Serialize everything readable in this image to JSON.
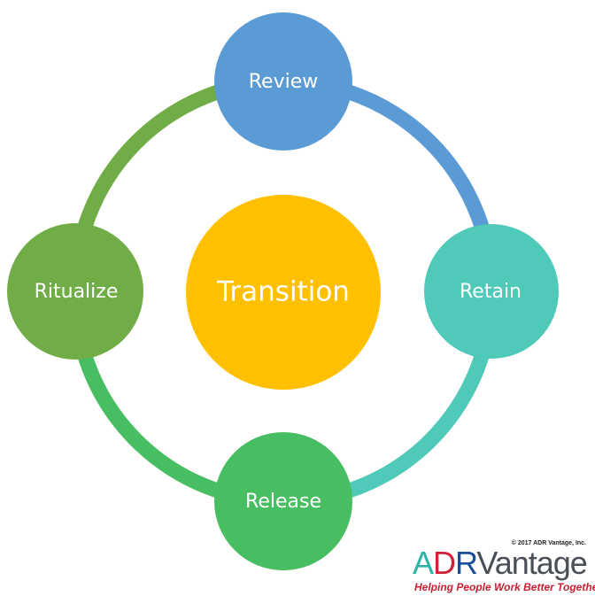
{
  "diagram": {
    "center": {
      "label": "Transition",
      "color": "#ffc000"
    },
    "nodes": [
      {
        "id": "review",
        "label": "Review",
        "color": "#5b9bd5"
      },
      {
        "id": "retain",
        "label": "Retain",
        "color": "#4fc9b8"
      },
      {
        "id": "release",
        "label": "Release",
        "color": "#48be62"
      },
      {
        "id": "ritualize",
        "label": "Ritualize",
        "color": "#70ad47"
      }
    ],
    "arcs": [
      {
        "from": "review",
        "to": "retain",
        "color": "#5b9bd5"
      },
      {
        "from": "retain",
        "to": "release",
        "color": "#4fc9b8"
      },
      {
        "from": "release",
        "to": "ritualize",
        "color": "#48be62"
      },
      {
        "from": "ritualize",
        "to": "review",
        "color": "#70ad47"
      }
    ]
  },
  "logo": {
    "copyright": "© 2017 ADR Vantage, Inc.",
    "brand_a": "A",
    "brand_d": "D",
    "brand_r": "R",
    "brand_vantage": "Vantage",
    "tagline": "Helping People Work Better Together",
    "colors": {
      "a": "#2bb3a8",
      "d": "#d3203a",
      "r": "#1b4f9c",
      "vantage": "#4a4f56",
      "tagline": "#c62033"
    }
  }
}
